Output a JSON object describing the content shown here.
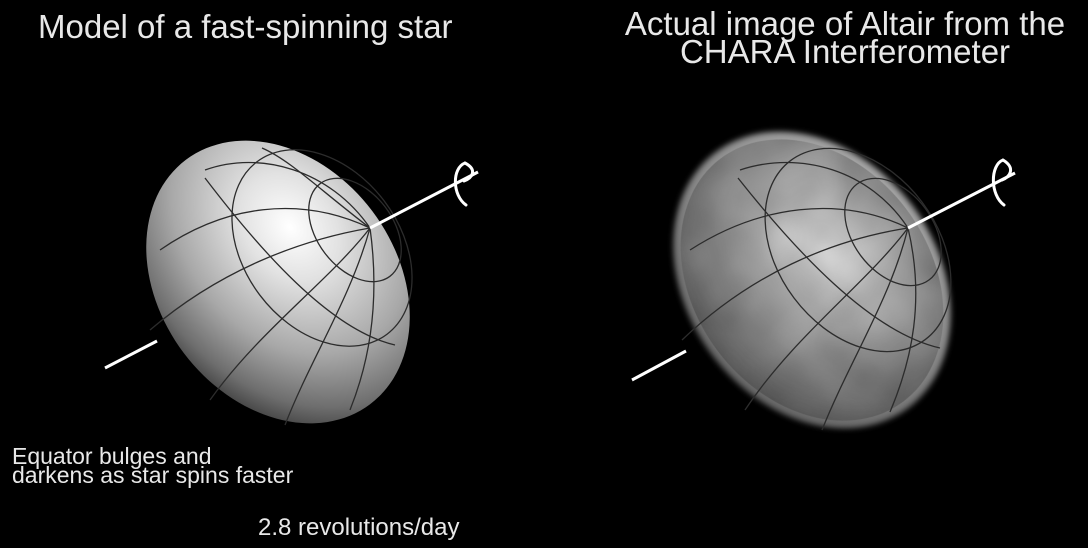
{
  "panels": {
    "left": {
      "title": "Model of a fast-spinning star",
      "caption_line1": "Equator bulges and",
      "caption_line2": "darkens as star spins faster",
      "rate": "2.8 revolutions/day"
    },
    "right": {
      "title_line1": "Actual image of Altair from the",
      "title_line2": "CHARA Interferometer"
    }
  },
  "colors": {
    "background": "#000000",
    "text": "#e8e8e8",
    "grid": "#2a2a2a",
    "axis": "#ffffff"
  }
}
